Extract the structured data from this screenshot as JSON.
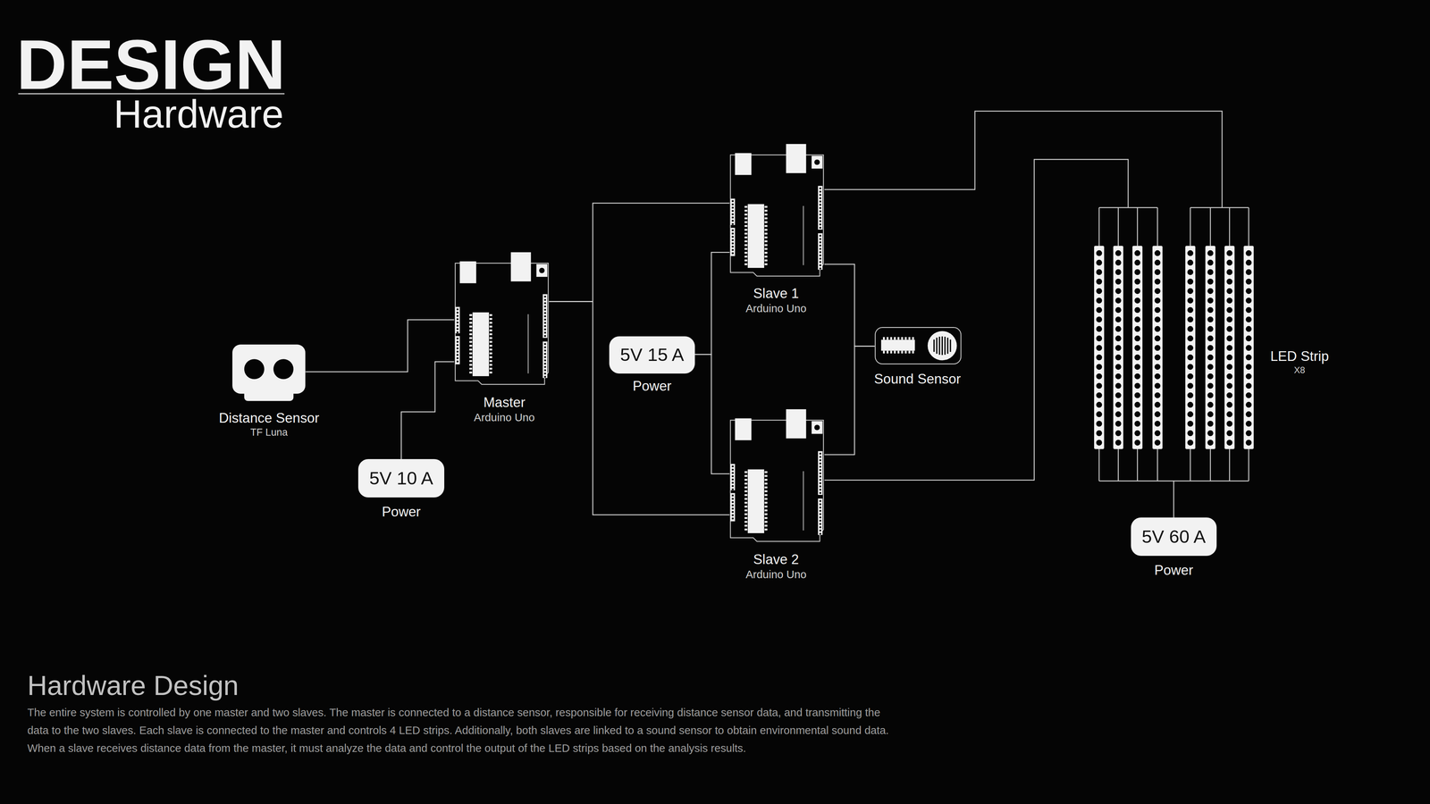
{
  "diagram": {
    "title": "DESIGN",
    "caption": "The entire system is controlled by one master and two slaves. The master is connected to a distance sensor, responsible for receiving distance sensor data, and transmitting the data to the two slaves. Each slave is connected to the master and controls 4 LED strips. Additionally, both slaves are linked to a sound sensor to obtain environmental sound data. When a slave receives distance data from the master, it must analyze the data and control the output of the LED strips based on the analysis results.",
    "nodes": [
      {
        "text": [
          "Distance Sensor",
          "TF Luna"
        ]
      },
      {
        "text": [
          "5V 10 A",
          "Power"
        ]
      },
      {
        "text": [
          "Master",
          "Arduino Uno"
        ]
      },
      {
        "text": [
          "5V 15 A",
          "Power"
        ]
      },
      {
        "text": [
          "Slave 1",
          "Arduino Uno"
        ]
      },
      {
        "text": [
          "Slave 2",
          "Arduino Uno"
        ]
      },
      {
        "text": [
          "Sound Sensor"
        ]
      },
      {
        "text": [
          "LED Strip",
          "X8"
        ]
      },
      {
        "text": [
          "5V 60 A",
          "Power"
        ]
      }
    ],
    "edges": [
      {
        "from": 0,
        "to": 2,
        "arrow": "none"
      },
      {
        "from": 1,
        "to": 2,
        "arrow": "none"
      },
      {
        "from": 2,
        "to": 4,
        "arrow": "none"
      },
      {
        "from": 2,
        "to": 5,
        "arrow": "none"
      },
      {
        "from": 3,
        "to": 4,
        "arrow": "none"
      },
      {
        "from": 3,
        "to": 5,
        "arrow": "none"
      },
      {
        "from": 4,
        "to": 6,
        "arrow": "none"
      },
      {
        "from": 5,
        "to": 6,
        "arrow": "none"
      },
      {
        "from": 4,
        "to": 7,
        "arrow": "none"
      },
      {
        "from": 5,
        "to": 7,
        "arrow": "none"
      },
      {
        "from": 8,
        "to": 7,
        "arrow": "none"
      }
    ],
    "labels": [
      "Hardware",
      "Hardware Design"
    ]
  }
}
